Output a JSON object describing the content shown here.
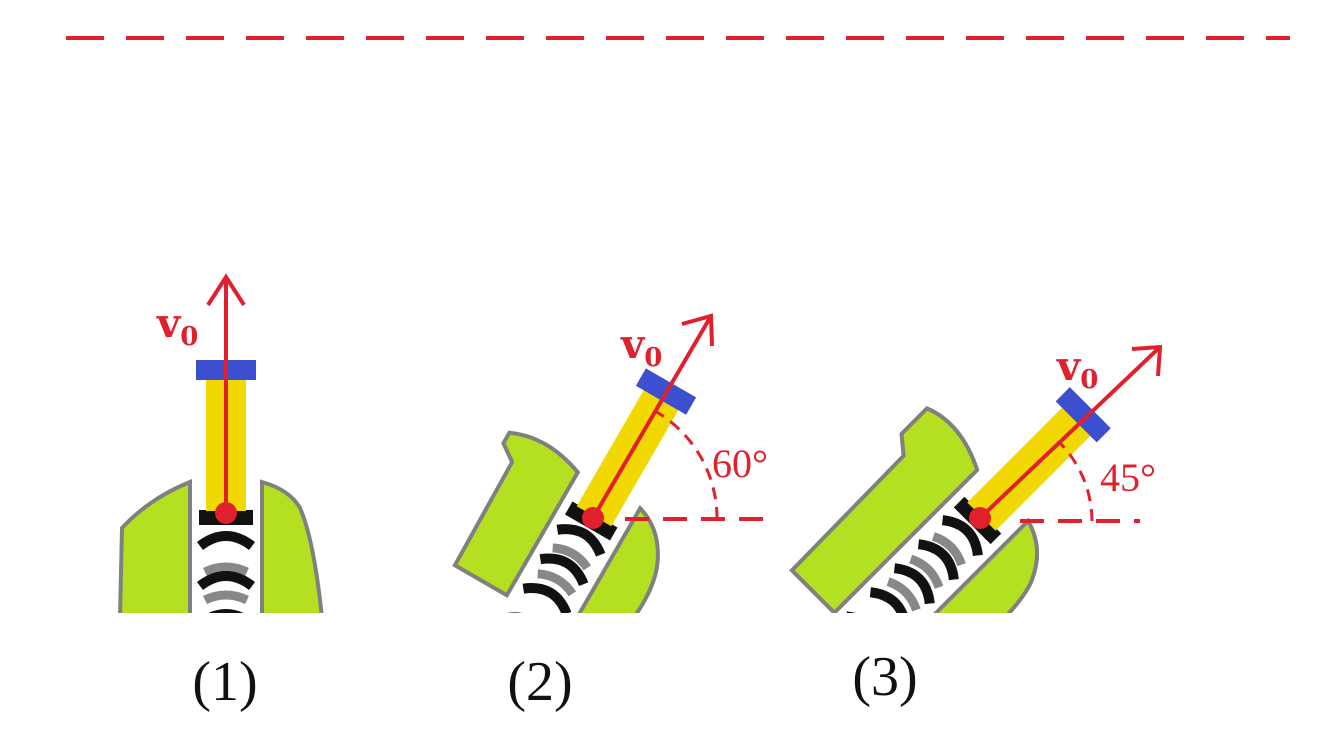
{
  "colors": {
    "line": "#e0202c",
    "launcher": "#b4e021",
    "launcher_edge": "#808080",
    "tube": "#f0d800",
    "cap": "#3b4fcf",
    "spring_front": "#111111",
    "spring_back": "#888888"
  },
  "velocity_symbol": "v",
  "velocity_subscript": "0",
  "setups": [
    {
      "label": "(1)",
      "launch_angle_deg": 90,
      "angle_label": ""
    },
    {
      "label": "(2)",
      "launch_angle_deg": 60,
      "angle_label": "60°"
    },
    {
      "label": "(3)",
      "launch_angle_deg": 45,
      "angle_label": "45°"
    }
  ]
}
